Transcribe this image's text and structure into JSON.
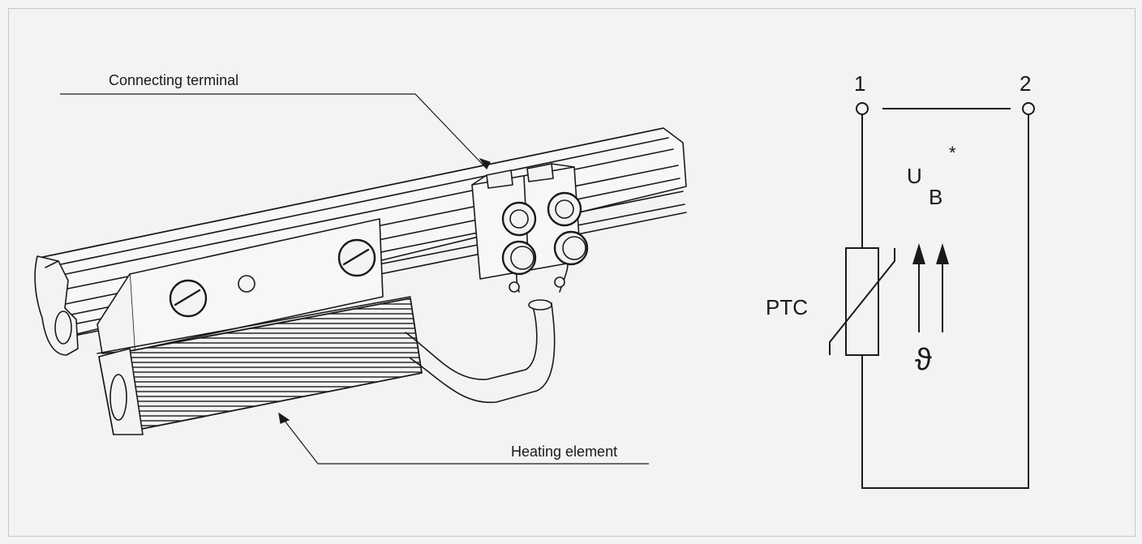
{
  "callouts": {
    "connecting_terminal": "Connecting terminal",
    "heating_element": "Heating element"
  },
  "schematic": {
    "terminal_1": "1",
    "terminal_2": "2",
    "voltage_main": "U",
    "voltage_sub": "B",
    "voltage_note": "*",
    "component": "PTC",
    "temperature_symbol": "ϑ"
  }
}
